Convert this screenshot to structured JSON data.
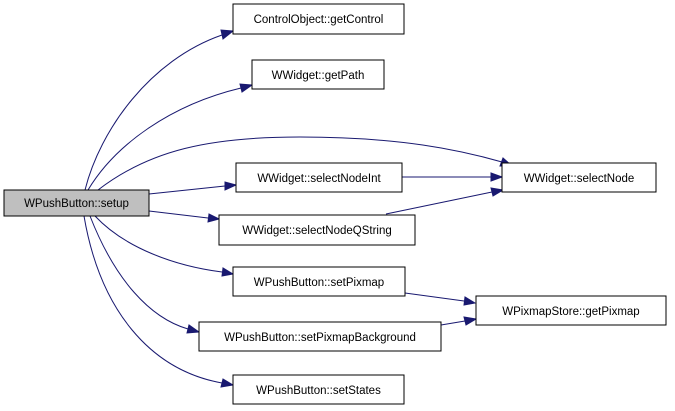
{
  "colors": {
    "node_fill": "#ffffff",
    "root_fill": "#bfbfbf",
    "edge": "#191970"
  },
  "nodes": {
    "root": "WPushButton::setup",
    "get_control": "ControlObject::getControl",
    "get_path": "WWidget::getPath",
    "select_node_int": "WWidget::selectNodeInt",
    "select_node": "WWidget::selectNode",
    "select_node_qstring": "WWidget::selectNodeQString",
    "set_pixmap": "WPushButton::setPixmap",
    "get_pixmap": "WPixmapStore::getPixmap",
    "set_pixmap_background": "WPushButton::setPixmapBackground",
    "set_states": "WPushButton::setStates"
  }
}
